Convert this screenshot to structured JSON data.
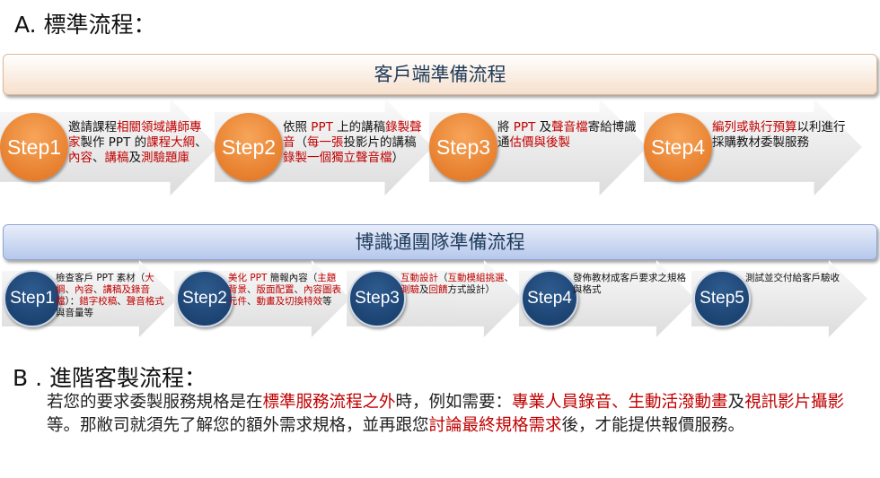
{
  "section_a": {
    "title": "A. 標準流程："
  },
  "client": {
    "banner": "客戶端準備流程",
    "steps": [
      {
        "label": "Step1",
        "text": [
          {
            "t": "邀請課程"
          },
          {
            "t": "相關領域講師專家",
            "hl": 1
          },
          {
            "t": "製作 PPT 的"
          },
          {
            "t": "課程大綱",
            "hl": 1
          },
          {
            "t": "、"
          },
          {
            "t": "內容",
            "hl": 1
          },
          {
            "t": "、"
          },
          {
            "t": "講稿",
            "hl": 1
          },
          {
            "t": "及"
          },
          {
            "t": "測驗題庫",
            "hl": 1
          }
        ]
      },
      {
        "label": "Step2",
        "text": [
          {
            "t": "依照 "
          },
          {
            "t": "PPT",
            "hl": 1
          },
          {
            "t": " 上的講稿"
          },
          {
            "t": "錄製聲音",
            "hl": 1
          },
          {
            "t": "（"
          },
          {
            "t": "每一張",
            "hl": 1
          },
          {
            "t": "投影片的講稿"
          },
          {
            "t": "錄製一個獨立聲音檔",
            "hl": 1
          },
          {
            "t": "）"
          }
        ]
      },
      {
        "label": "Step3",
        "text": [
          {
            "t": "將 "
          },
          {
            "t": "PPT",
            "hl": 1
          },
          {
            "t": " 及"
          },
          {
            "t": "聲音檔",
            "hl": 1
          },
          {
            "t": "寄給博識通"
          },
          {
            "t": "估價與後製",
            "hl": 1
          }
        ]
      },
      {
        "label": "Step4",
        "text": [
          {
            "t": "編列或執行預算",
            "hl": 1
          },
          {
            "t": "以利進行採購教材委製服務"
          }
        ]
      }
    ]
  },
  "team": {
    "banner": "博識通團隊準備流程",
    "steps": [
      {
        "label": "Step1",
        "text": [
          {
            "t": "檢查客戶 PPT 素材（"
          },
          {
            "t": "大綱",
            "hl": 1
          },
          {
            "t": "、"
          },
          {
            "t": "內容",
            "hl": 1
          },
          {
            "t": "、"
          },
          {
            "t": "講稿及錄音檔",
            "hl": 1
          },
          {
            "t": "）："
          },
          {
            "t": "錯字校稿",
            "hl": 1
          },
          {
            "t": "、"
          },
          {
            "t": "聲音格式",
            "hl": 1
          },
          {
            "t": "與音量等"
          }
        ]
      },
      {
        "label": "Step2",
        "text": [
          {
            "t": "美化 PPT",
            "hl": 1
          },
          {
            "t": " 簡報內容（"
          },
          {
            "t": "主題背景",
            "hl": 1
          },
          {
            "t": "、"
          },
          {
            "t": "版面配置",
            "hl": 1
          },
          {
            "t": "、"
          },
          {
            "t": "內容圖表元件",
            "hl": 1
          },
          {
            "t": "、"
          },
          {
            "t": "動畫及切換特效",
            "hl": 1
          },
          {
            "t": "等"
          }
        ]
      },
      {
        "label": "Step3",
        "text": [
          {
            "t": "互動設計",
            "hl": 1
          },
          {
            "t": "（"
          },
          {
            "t": "互動模組挑選",
            "hl": 1
          },
          {
            "t": "、"
          },
          {
            "t": "測驗",
            "hl": 1
          },
          {
            "t": "及"
          },
          {
            "t": "回饋",
            "hl": 1
          },
          {
            "t": "方式設計）"
          }
        ]
      },
      {
        "label": "Step4",
        "text": [
          {
            "t": "發佈教材成客戶要求之規格與格式"
          }
        ]
      },
      {
        "label": "Step5",
        "text": [
          {
            "t": "測試並交付給客戶驗收"
          }
        ]
      }
    ]
  },
  "section_b": {
    "title": "B . 進階客製流程：",
    "text": [
      {
        "t": "若您的要求委製服務規格是在"
      },
      {
        "t": "標準服務流程之外",
        "hl": 1
      },
      {
        "t": "時，例如需要："
      },
      {
        "t": "專業人員錄音、生動活潑動畫",
        "hl": 1
      },
      {
        "t": "及"
      },
      {
        "t": "視訊影片攝影",
        "hl": 1
      },
      {
        "t": "等。那敝司就須先了解您的額外需求規格，並再跟您"
      },
      {
        "t": "討論最終規格需求",
        "hl": 1
      },
      {
        "t": "後，才能提供報價服務。"
      }
    ]
  }
}
